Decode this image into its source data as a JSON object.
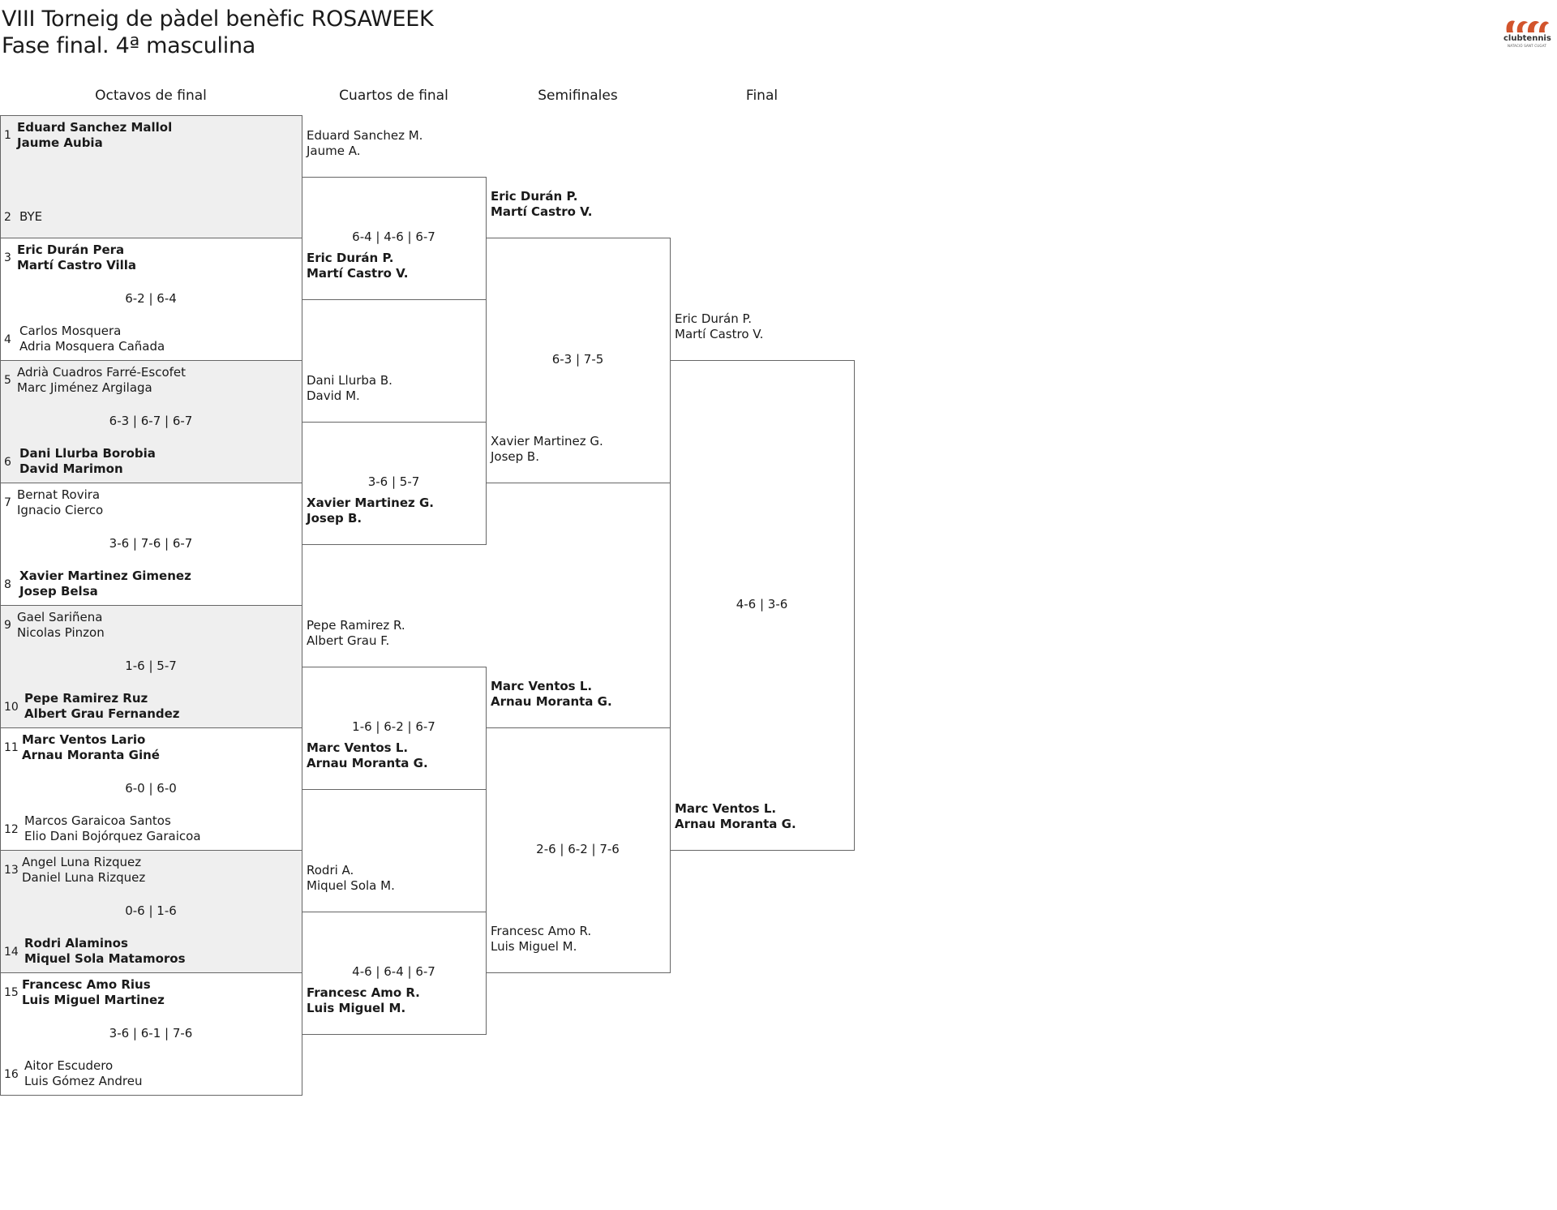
{
  "header": {
    "title": "VIII Torneig de pàdel benèfic ROSAWEEK",
    "subtitle": "Fase final. 4ª masculina",
    "logo_text": "clubtennis",
    "logo_subtext": "NATACIÓ SANT CUGAT"
  },
  "rounds": [
    "Octavos de final",
    "Cuartos de final",
    "Semifinales",
    "Final"
  ],
  "r16": [
    {
      "score": "",
      "top": {
        "seed": "1",
        "p1": "Eduard Sanchez Mallol",
        "p2": "Jaume Aubia",
        "win": true
      },
      "bottom": {
        "seed": "2",
        "p1": "BYE",
        "p2": "",
        "win": false
      }
    },
    {
      "score": "6-2 | 6-4",
      "top": {
        "seed": "3",
        "p1": "Eric Durán Pera",
        "p2": "Martí Castro Villa",
        "win": true
      },
      "bottom": {
        "seed": "4",
        "p1": "Carlos Mosquera",
        "p2": "Adria Mosquera Cañada",
        "win": false
      }
    },
    {
      "score": "6-3 | 6-7 | 6-7",
      "top": {
        "seed": "5",
        "p1": "Adrià Cuadros Farré-Escofet",
        "p2": "Marc Jiménez Argilaga",
        "win": false
      },
      "bottom": {
        "seed": "6",
        "p1": "Dani Llurba Borobia",
        "p2": "David Marimon",
        "win": true
      }
    },
    {
      "score": "3-6 | 7-6 | 6-7",
      "top": {
        "seed": "7",
        "p1": "Bernat Rovira",
        "p2": "Ignacio Cierco",
        "win": false
      },
      "bottom": {
        "seed": "8",
        "p1": "Xavier Martinez Gimenez",
        "p2": "Josep Belsa",
        "win": true
      }
    },
    {
      "score": "1-6 | 5-7",
      "top": {
        "seed": "9",
        "p1": "Gael Sariñena",
        "p2": "Nicolas Pinzon",
        "win": false
      },
      "bottom": {
        "seed": "10",
        "p1": "Pepe Ramirez Ruz",
        "p2": "Albert Grau Fernandez",
        "win": true
      }
    },
    {
      "score": "6-0 | 6-0",
      "top": {
        "seed": "11",
        "p1": "Marc Ventos Lario",
        "p2": "Arnau Moranta Giné",
        "win": true
      },
      "bottom": {
        "seed": "12",
        "p1": "Marcos Garaicoa Santos",
        "p2": "Elio Dani Bojórquez Garaicoa",
        "win": false
      }
    },
    {
      "score": "0-6 | 1-6",
      "top": {
        "seed": "13",
        "p1": "Angel Luna Rizquez",
        "p2": "Daniel Luna Rizquez",
        "win": false
      },
      "bottom": {
        "seed": "14",
        "p1": "Rodri Alaminos",
        "p2": "Miquel Sola Matamoros",
        "win": true
      }
    },
    {
      "score": "3-6 | 6-1 | 7-6",
      "top": {
        "seed": "15",
        "p1": "Francesc Amo Rius",
        "p2": "Luis Miguel Martinez",
        "win": true
      },
      "bottom": {
        "seed": "16",
        "p1": "Aitor Escudero",
        "p2": "Luis Gómez Andreu",
        "win": false
      }
    }
  ],
  "qf": [
    {
      "score": "6-4 | 4-6 | 6-7",
      "top": {
        "p1": "Eduard Sanchez M.",
        "p2": "Jaume A.",
        "win": false
      },
      "bottom": {
        "p1": "Eric Durán P.",
        "p2": "Martí Castro V.",
        "win": true
      }
    },
    {
      "score": "3-6 | 5-7",
      "top": {
        "p1": "Dani Llurba B.",
        "p2": "David M.",
        "win": false
      },
      "bottom": {
        "p1": "Xavier Martinez G.",
        "p2": "Josep B.",
        "win": true
      }
    },
    {
      "score": "1-6 | 6-2 | 6-7",
      "top": {
        "p1": "Pepe Ramirez R.",
        "p2": "Albert Grau F.",
        "win": false
      },
      "bottom": {
        "p1": "Marc Ventos L.",
        "p2": "Arnau Moranta G.",
        "win": true
      }
    },
    {
      "score": "4-6 | 6-4 | 6-7",
      "top": {
        "p1": "Rodri A.",
        "p2": "Miquel Sola M.",
        "win": false
      },
      "bottom": {
        "p1": "Francesc Amo R.",
        "p2": "Luis Miguel M.",
        "win": true
      }
    }
  ],
  "sf": [
    {
      "score": "6-3 | 7-5",
      "top": {
        "p1": "Eric Durán P.",
        "p2": "Martí Castro V.",
        "win": true
      },
      "bottom": {
        "p1": "Xavier Martinez G.",
        "p2": "Josep B.",
        "win": false
      }
    },
    {
      "score": "2-6 | 6-2 | 7-6",
      "top": {
        "p1": "Marc Ventos L.",
        "p2": "Arnau Moranta G.",
        "win": true
      },
      "bottom": {
        "p1": "Francesc Amo R.",
        "p2": "Luis Miguel M.",
        "win": false
      }
    }
  ],
  "final": {
    "score": "4-6 | 3-6",
    "top": {
      "p1": "Eric Durán P.",
      "p2": "Martí Castro V.",
      "win": false
    },
    "bottom": {
      "p1": "Marc Ventos L.",
      "p2": "Arnau Moranta G.",
      "win": true
    }
  },
  "colors": {
    "shade": "#efefef",
    "line": "#666666",
    "logo": "#d2542c"
  }
}
